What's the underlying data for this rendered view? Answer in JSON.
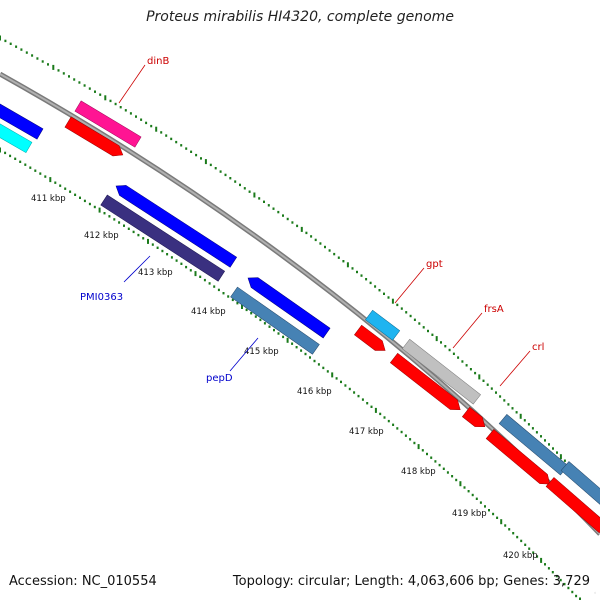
{
  "title": "Proteus mirabilis HI4320, complete genome",
  "footer": {
    "accession": "Accession: NC_010554",
    "summary": "Topology: circular; Length: 4,063,606 bp; Genes: 3,729"
  },
  "kbp_labels": [
    "411 kbp",
    "412 kbp",
    "413 kbp",
    "414 kbp",
    "415 kbp",
    "416 kbp",
    "417 kbp",
    "418 kbp",
    "419 kbp",
    "420 kbp"
  ],
  "gene_labels": {
    "dinB": "dinB",
    "PMI0363": "PMI0363",
    "pepD": "pepD",
    "gpt": "gpt",
    "frsA": "frsA",
    "crl": "crl"
  },
  "colors": {
    "backbone": "#8c8c8c",
    "tick": "#1a7a1a",
    "red": "#ff0000",
    "blue": "#0000ff",
    "magenta": "#ff1493",
    "cyan": "#00ffff",
    "navy": "#3a3080",
    "steelblue": "#4682b4",
    "skyblue": "#1eb4f0",
    "grey": "#c0c0c0",
    "label_red": "#cc0000",
    "label_blue": "#0000cc"
  }
}
